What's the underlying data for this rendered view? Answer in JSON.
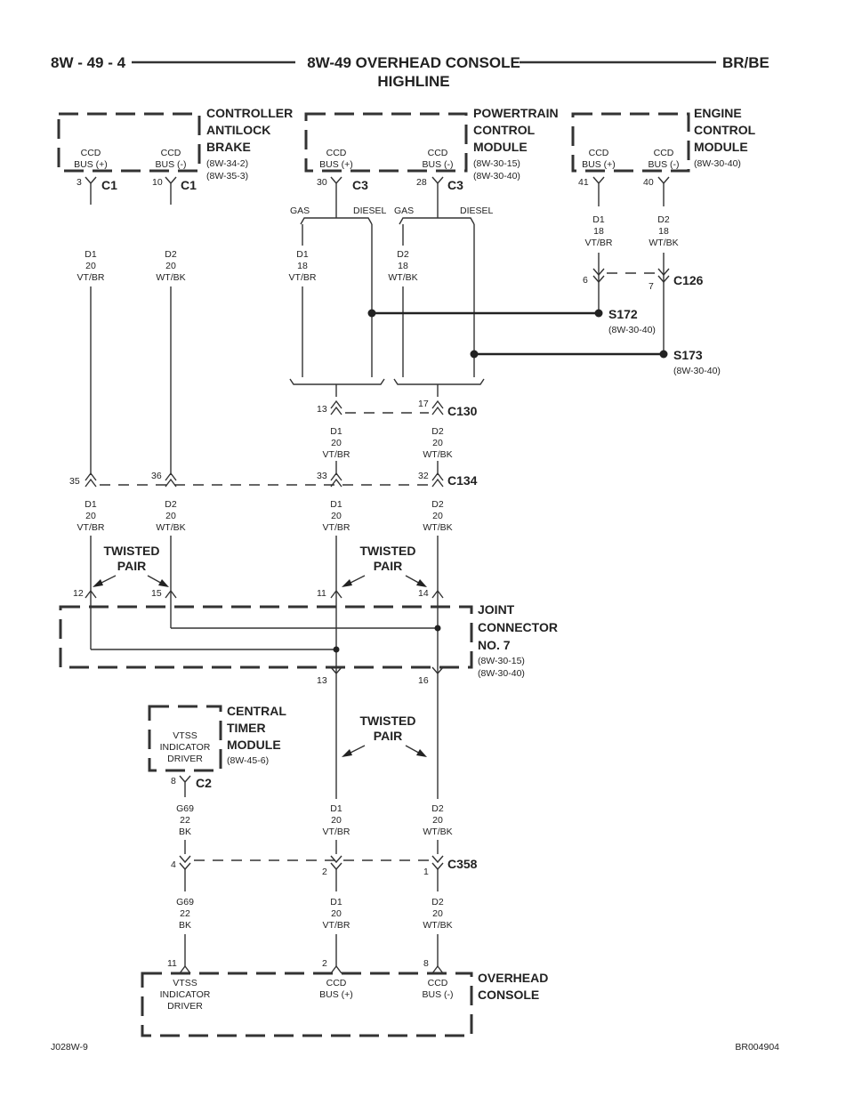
{
  "header": {
    "left": "8W - 49 - 4",
    "title_line1": "8W-49 OVERHEAD CONSOLE",
    "title_line2": "HIGHLINE",
    "right": "BR/BE"
  },
  "modules": {
    "abs": {
      "name": [
        "CONTROLLER",
        "ANTILOCK",
        "BRAKE"
      ],
      "refs": [
        "(8W-34-2)",
        "(8W-35-3)"
      ],
      "circuits": [
        [
          "CCD",
          "BUS (+)"
        ],
        [
          "CCD",
          "BUS (-)"
        ]
      ],
      "pins": [
        "3",
        "10"
      ],
      "connectors": [
        "C1",
        "C1"
      ]
    },
    "pcm": {
      "name": [
        "POWERTRAIN",
        "CONTROL",
        "MODULE"
      ],
      "refs": [
        "(8W-30-15)",
        "(8W-30-40)"
      ],
      "circuits": [
        [
          "CCD",
          "BUS (+)"
        ],
        [
          "CCD",
          "BUS (-)"
        ]
      ],
      "pins": [
        "30",
        "28"
      ],
      "connectors": [
        "C3",
        "C3"
      ],
      "branch_labels": [
        "GAS",
        "DIESEL",
        "GAS",
        "DIESEL"
      ]
    },
    "ecm": {
      "name": [
        "ENGINE",
        "CONTROL",
        "MODULE"
      ],
      "refs": [
        "(8W-30-40)"
      ],
      "circuits": [
        [
          "CCD",
          "BUS (+)"
        ],
        [
          "CCD",
          "BUS (-)"
        ]
      ],
      "pins": [
        "41",
        "40"
      ]
    },
    "joint": {
      "name": [
        "JOINT",
        "CONNECTOR",
        "NO. 7"
      ],
      "refs": [
        "(8W-30-15)",
        "(8W-30-40)"
      ],
      "top_pins": [
        "12",
        "15",
        "11",
        "14"
      ],
      "bottom_pins": [
        "13",
        "16"
      ]
    },
    "ctm": {
      "name": [
        "CENTRAL",
        "TIMER",
        "MODULE"
      ],
      "refs": [
        "(8W-45-6)"
      ],
      "circuit": [
        "VTSS",
        "INDICATOR",
        "DRIVER"
      ],
      "pin": "8",
      "connector": "C2"
    },
    "overhead": {
      "name": [
        "OVERHEAD",
        "CONSOLE"
      ],
      "circuits": [
        [
          "VTSS",
          "INDICATOR",
          "DRIVER"
        ],
        [
          "CCD",
          "BUS (+)"
        ],
        [
          "CCD",
          "BUS (-)"
        ]
      ],
      "pins": [
        "11",
        "2",
        "8"
      ]
    }
  },
  "wires": {
    "abs_d1": [
      "D1",
      "20",
      "VT/BR"
    ],
    "abs_d2": [
      "D2",
      "20",
      "WT/BK"
    ],
    "pcm_d1": [
      "D1",
      "18",
      "VT/BR"
    ],
    "pcm_d2": [
      "D2",
      "18",
      "WT/BK"
    ],
    "ecm_d1": [
      "D1",
      "18",
      "VT/BR"
    ],
    "ecm_d2": [
      "D2",
      "18",
      "WT/BK"
    ],
    "c130_d1": [
      "D1",
      "20",
      "VT/BR"
    ],
    "c130_d2": [
      "D2",
      "20",
      "WT/BK"
    ],
    "c134_d1l": [
      "D1",
      "20",
      "VT/BR"
    ],
    "c134_d2l": [
      "D2",
      "20",
      "WT/BK"
    ],
    "c134_d1r": [
      "D1",
      "20",
      "VT/BR"
    ],
    "c134_d2r": [
      "D2",
      "20",
      "WT/BK"
    ],
    "ctm_g69": [
      "G69",
      "22",
      "BK"
    ],
    "jc_d1": [
      "D1",
      "20",
      "VT/BR"
    ],
    "jc_d2": [
      "D2",
      "20",
      "WT/BK"
    ],
    "c358_g69": [
      "G69",
      "22",
      "BK"
    ],
    "c358_d1": [
      "D1",
      "20",
      "VT/BR"
    ],
    "c358_d2": [
      "D2",
      "20",
      "WT/BK"
    ]
  },
  "connectors": {
    "c126": {
      "label": "C126",
      "pins": [
        "6",
        "7"
      ]
    },
    "c130": {
      "label": "C130",
      "pins": [
        "13",
        "17"
      ]
    },
    "c134": {
      "label": "C134",
      "pins": [
        "35",
        "36",
        "33",
        "32"
      ]
    },
    "c358": {
      "label": "C358",
      "pins": [
        "4",
        "2",
        "1"
      ]
    }
  },
  "splices": {
    "s172": {
      "label": "S172",
      "ref": "(8W-30-40)"
    },
    "s173": {
      "label": "S173",
      "ref": "(8W-30-40)"
    }
  },
  "twisted_pair": [
    "TWISTED",
    "PAIR"
  ],
  "footer": {
    "left": "J028W-9",
    "right": "BR004904"
  }
}
